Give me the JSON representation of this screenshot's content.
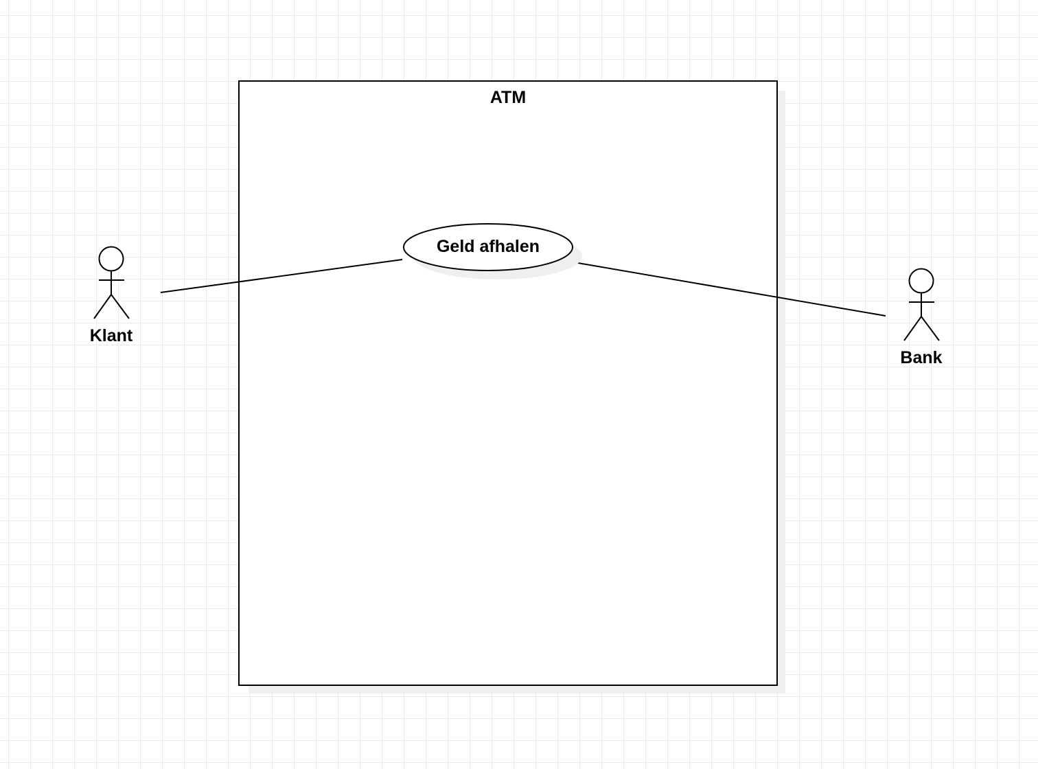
{
  "system": {
    "title": "ATM"
  },
  "use_cases": [
    {
      "label": "Geld afhalen"
    }
  ],
  "actors": [
    {
      "name": "Klant"
    },
    {
      "name": "Bank"
    }
  ],
  "associations": [
    {
      "from": "Klant",
      "to": "Geld afhalen"
    },
    {
      "from": "Geld afhalen",
      "to": "Bank"
    }
  ],
  "colors": {
    "stroke": "#000000",
    "grid": "#ebebeb",
    "shadow": "#efefef"
  }
}
